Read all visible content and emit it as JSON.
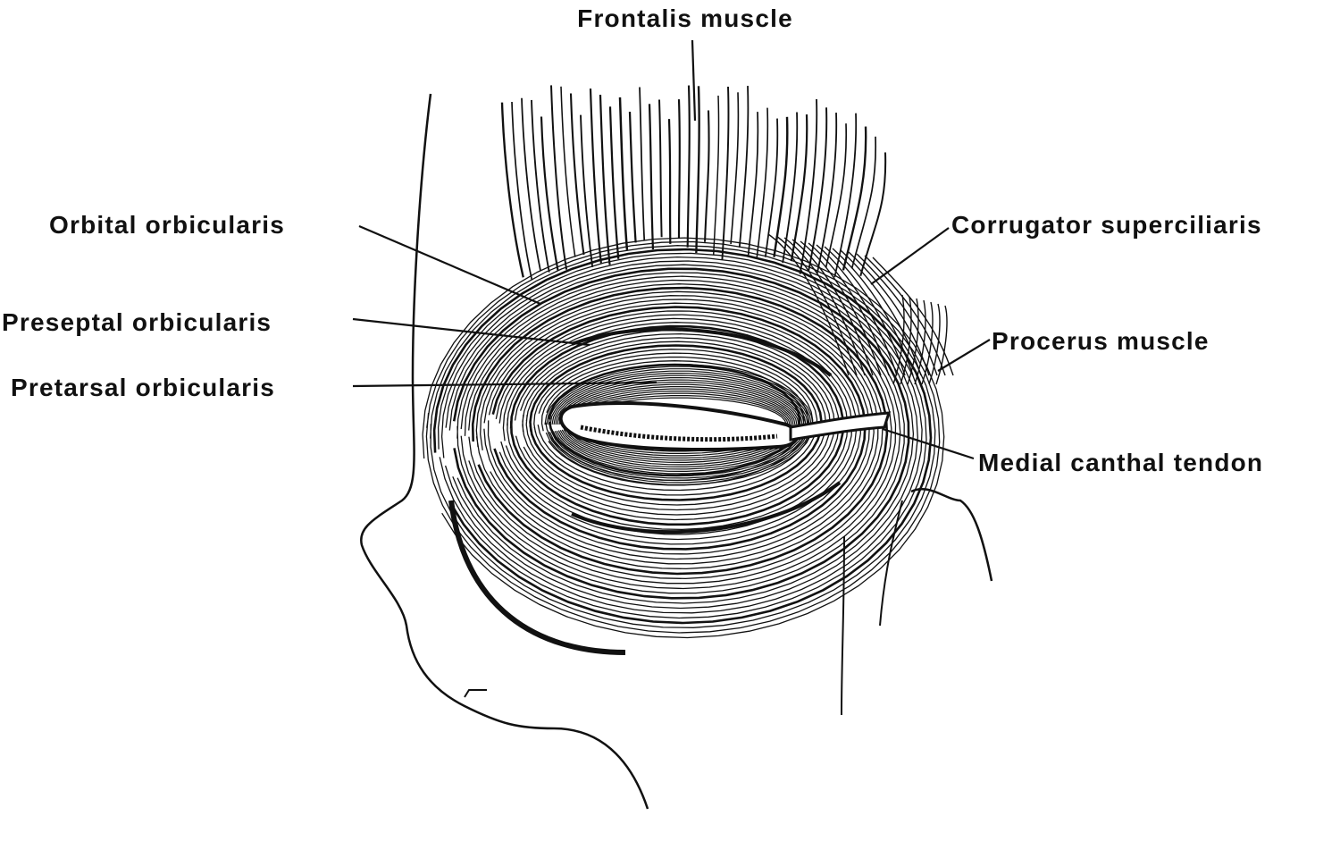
{
  "diagram": {
    "labels": {
      "frontalis": "Frontalis muscle",
      "orbital": "Orbital orbicularis",
      "preseptal": "Preseptal orbicularis",
      "pretarsal": "Pretarsal orbicularis",
      "corrugator": "Corrugator superciliaris",
      "procerus": "Procerus muscle",
      "medial_canthal": "Medial canthal tendon"
    },
    "colors": {
      "ink": "#111111",
      "background": "#ffffff"
    }
  }
}
